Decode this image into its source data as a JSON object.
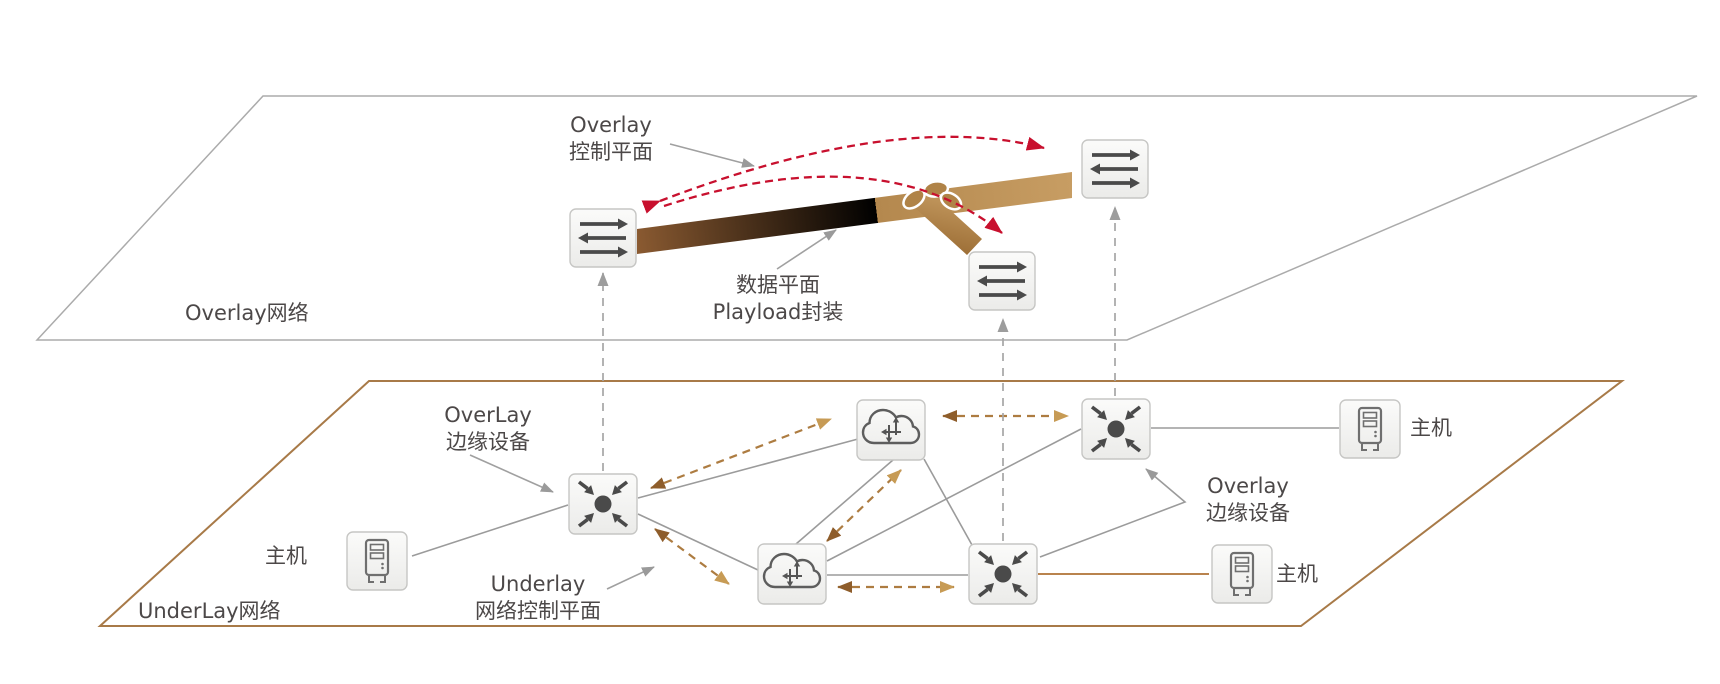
{
  "planes": {
    "overlay": {
      "label": "Overlay网络"
    },
    "underlay": {
      "label": "UnderLay网络"
    }
  },
  "annotations": {
    "overlay_control_plane": {
      "line1": "Overlay",
      "line2": "控制平面"
    },
    "data_plane": {
      "line1": "数据平面",
      "line2": "Playload封装"
    },
    "overlay_edge_left": {
      "line1": "OverLay",
      "line2": "边缘设备"
    },
    "overlay_edge_right": {
      "line1": "Overlay",
      "line2": "边缘设备"
    },
    "underlay_control_plane": {
      "line1": "Underlay",
      "line2": "网络控制平面"
    },
    "hosts": {
      "left": "主机",
      "top_right": "主机",
      "bottom_right": "主机"
    }
  },
  "icons": {
    "switch": "switch-icon",
    "router": "router-icon",
    "cloud": "network-cloud-icon",
    "host": "host-server-icon"
  },
  "colors": {
    "control_plane_red": "#C8102E",
    "data_band_dark": "#8A5A31",
    "data_band_light": "#C79D63",
    "overlay_border": "#ABABAB",
    "underlay_border": "#A87A48",
    "line_gray": "#9B9B9B",
    "underlay_control_brown": "#AD7C41"
  }
}
